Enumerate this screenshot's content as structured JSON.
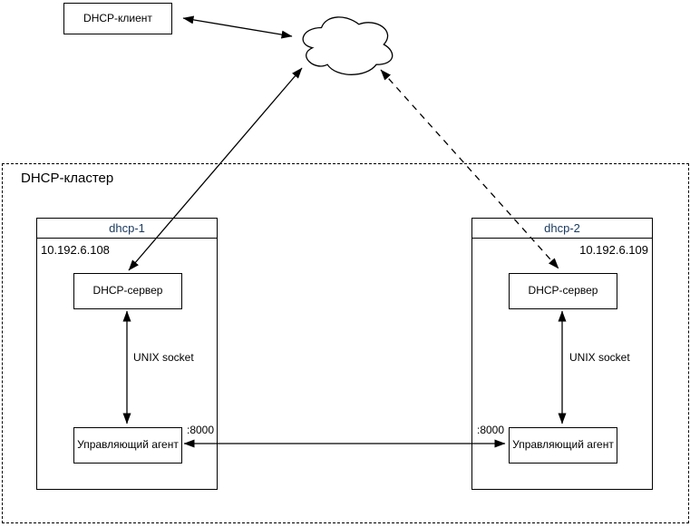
{
  "diagram": {
    "client": {
      "label": "DHCP-клиент"
    },
    "cloud": {
      "name": "network-cloud"
    },
    "cluster": {
      "label": "DHCP-кластер",
      "nodes": [
        {
          "title": "dhcp-1",
          "ip": "10.192.6.108",
          "server": "DHCP-сервер",
          "agent": "Управляющий агент",
          "link": "UNIX socket",
          "port": ":8000"
        },
        {
          "title": "dhcp-2",
          "ip": "10.192.6.109",
          "server": "DHCP-сервер",
          "agent": "Управляющий агент",
          "link": "UNIX socket",
          "port": ":8000"
        }
      ]
    },
    "colors": {
      "node_title": "#1b3a60",
      "stroke": "#000000",
      "canvas": "#ffffff"
    }
  }
}
